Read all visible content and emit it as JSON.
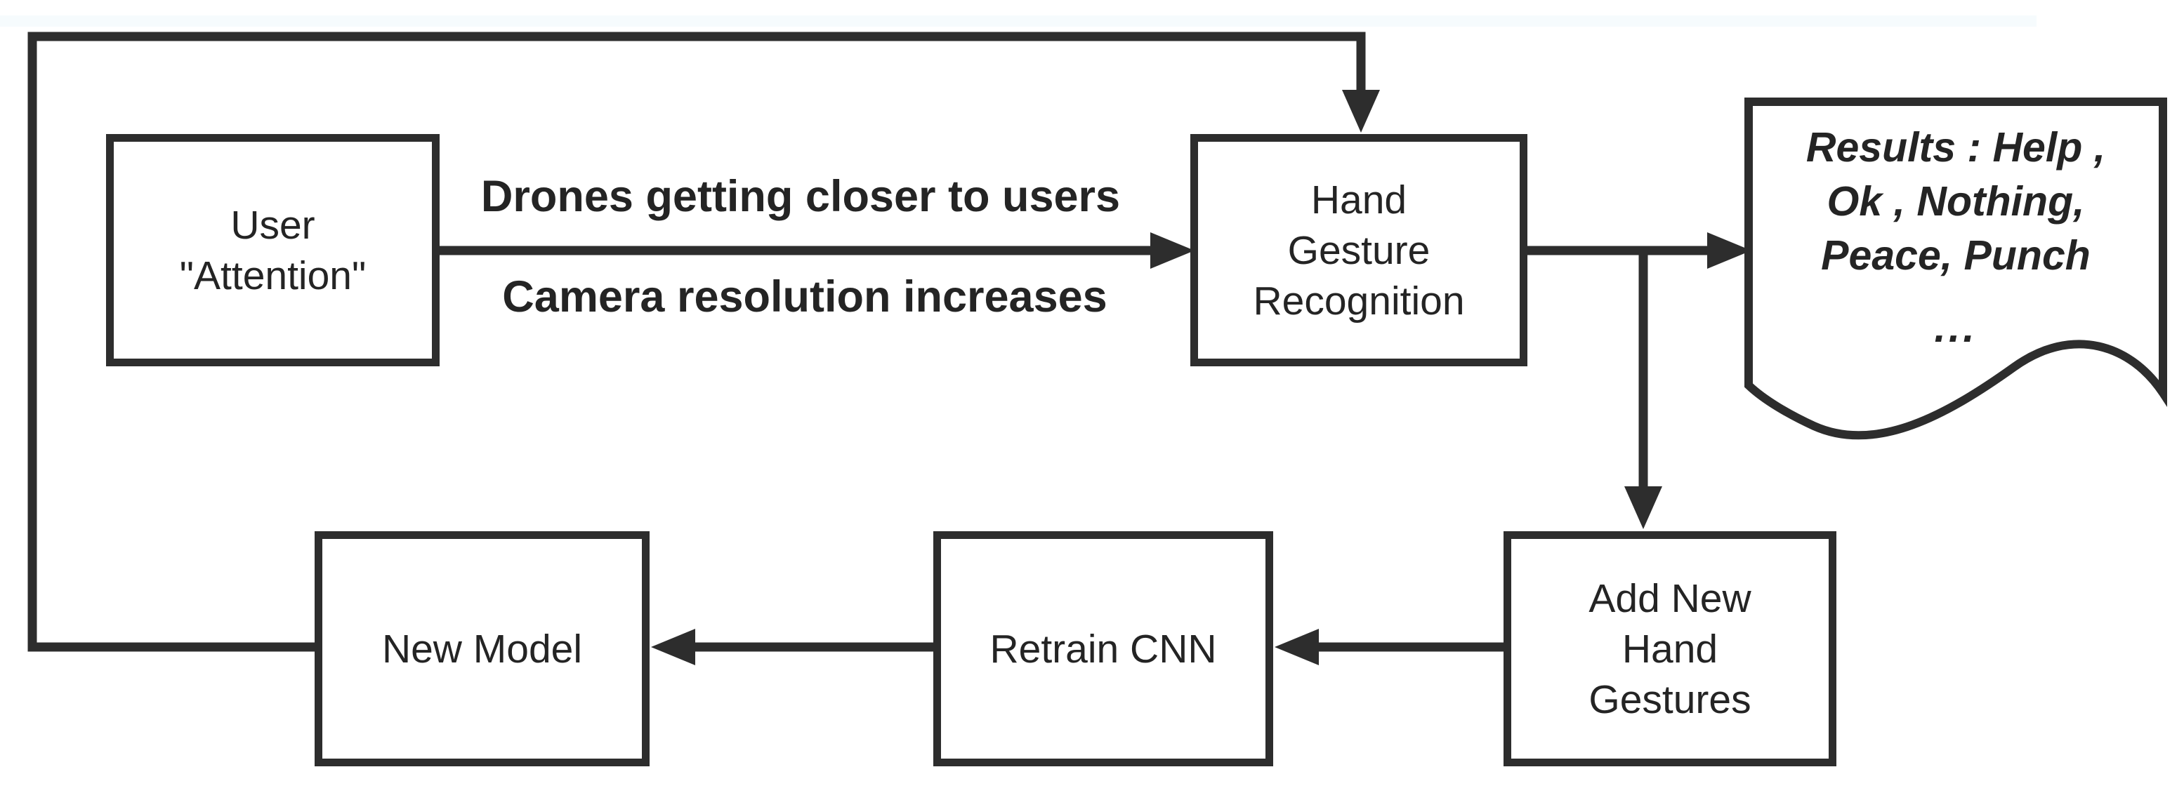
{
  "colors": {
    "stroke": "#2d2d2d",
    "text": "#242424",
    "background": "#ffffff"
  },
  "nodes": {
    "user_attention": {
      "lines": [
        "User",
        "\"Attention\""
      ]
    },
    "hand_gesture_recognition": {
      "lines": [
        "Hand",
        "Gesture",
        "Recognition"
      ]
    },
    "add_new_hand_gestures": {
      "lines": [
        "Add New",
        "Hand",
        "Gestures"
      ]
    },
    "retrain_cnn": {
      "lines": [
        "Retrain CNN"
      ]
    },
    "new_model": {
      "lines": [
        "New Model"
      ]
    }
  },
  "edge_labels": {
    "above_arrow": "Drones getting closer to users",
    "below_arrow": "Camera resolution increases"
  },
  "result_document": {
    "lines": [
      "Results : Help ,",
      "Ok , Nothing,",
      "Peace, Punch",
      "..."
    ]
  }
}
